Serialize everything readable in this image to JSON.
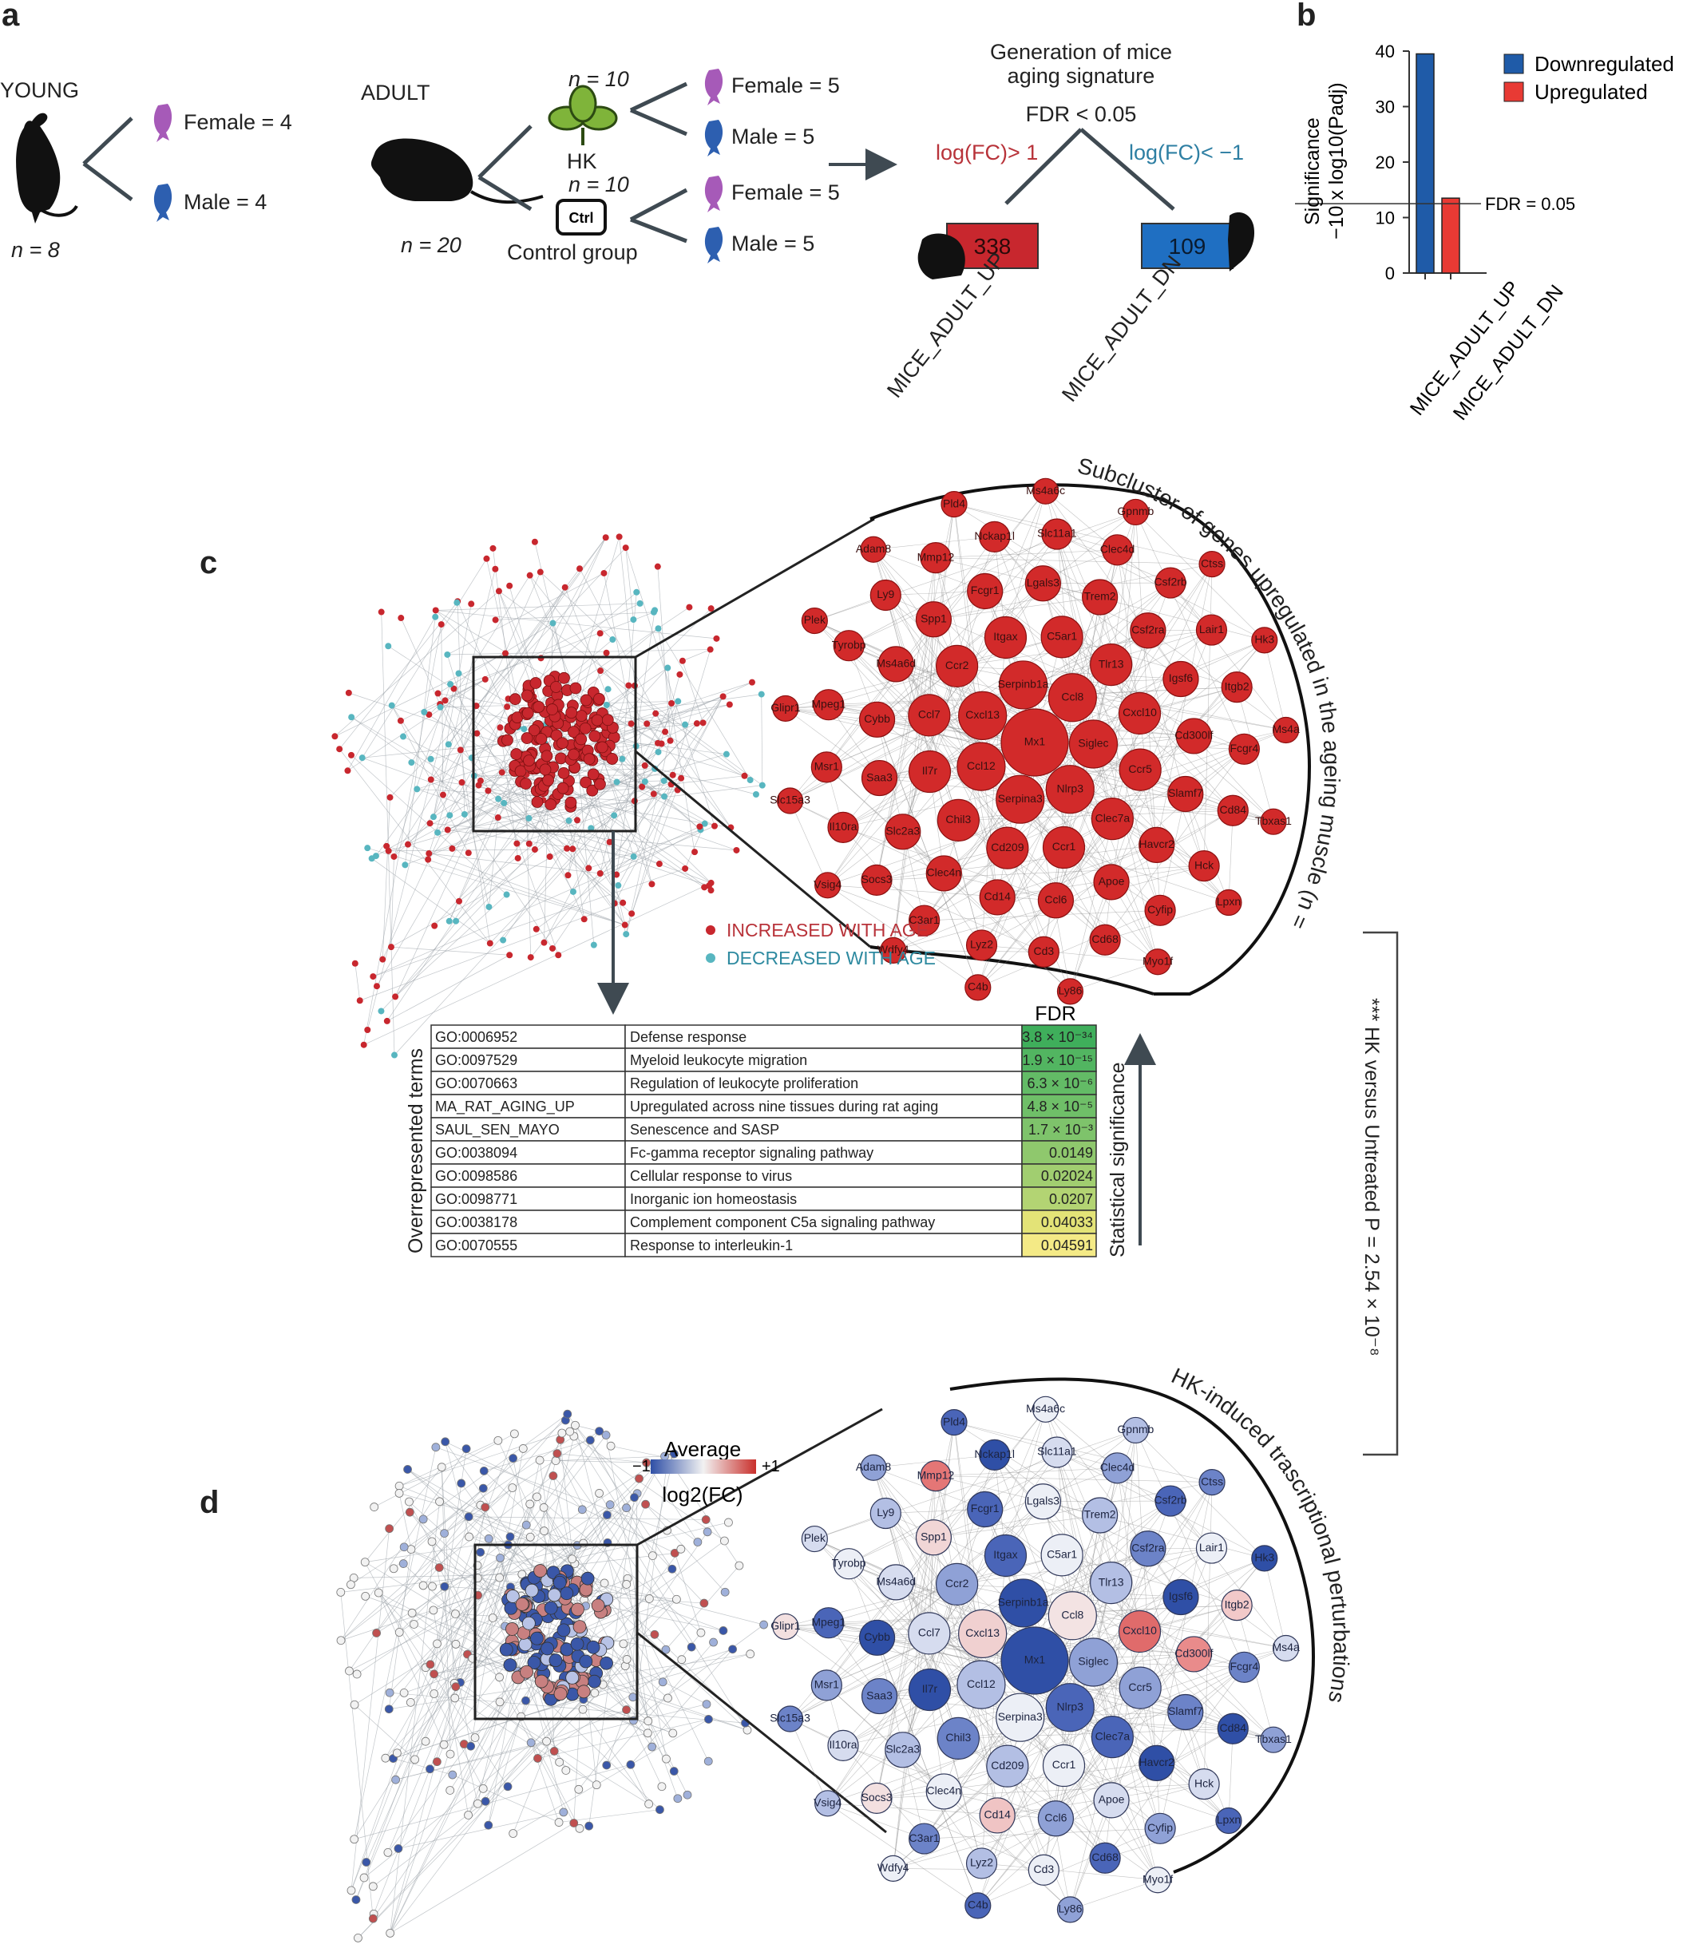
{
  "panel_labels": {
    "a": "a",
    "b": "b",
    "c": "c",
    "d": "d"
  },
  "panel_a": {
    "young": {
      "title": "YOUNG",
      "female": "Female = 4",
      "male": "Male = 4",
      "n": "n = 8"
    },
    "adult": {
      "title": "ADULT",
      "n": "n = 20"
    },
    "hk": {
      "n_top": "n = 10",
      "label": "HK",
      "n_bottom": "n = 10"
    },
    "ctrl": {
      "icon": "Ctrl",
      "label": "Control group"
    },
    "hk_split": {
      "female": "Female = 5",
      "male": "Male = 5"
    },
    "ctrl_split": {
      "female": "Female = 5",
      "male": "Male = 5"
    },
    "signature": {
      "title_line1": "Generation of mice",
      "title_line2": "aging signature",
      "fdr": "FDR < 0.05",
      "up_rule": "log(FC)> 1",
      "dn_rule": "log(FC)< −1",
      "up_count": "338",
      "dn_count": "109",
      "up_name": "MICE_ADULT_UP",
      "dn_name": "MICE_ADULT_DN"
    }
  },
  "chart_data": {
    "type": "bar",
    "categories": [
      "MICE_ADULT_UP",
      "MICE_ADULT_DN"
    ],
    "values": [
      39.5,
      13.5
    ],
    "series_colors": [
      "#1f5ba8",
      "#e83a34"
    ],
    "ylabel_line1": "Significance",
    "ylabel_line2": "−10 x log10(Padj)",
    "yticks": [
      0,
      10,
      20,
      30,
      40
    ],
    "ylim": [
      0,
      40
    ],
    "threshold": {
      "value": 12.5,
      "label": "FDR = 0.05"
    },
    "legend": [
      {
        "name": "Downregulated",
        "color": "#1f5ba8"
      },
      {
        "name": "Upregulated",
        "color": "#e83a34"
      }
    ]
  },
  "panel_c": {
    "subcluster_title": "Subcluster of genes upregulated in the ageing muscle (n = 75)",
    "legend_up": "INCREASED WITH AGE",
    "legend_dn": "DECREASED WITH AGE",
    "table": {
      "header_fdr": "FDR",
      "side_label": "Overrepresented terms",
      "right_label": "Statistical significance",
      "rows": [
        {
          "id": "GO:0006952",
          "term": "Defense response",
          "fdr": "3.8 × 10⁻³⁴",
          "color": "#3fae5b"
        },
        {
          "id": "GO:0097529",
          "term": "Myeloid leukocyte migration",
          "fdr": "1.9 × 10⁻¹⁵",
          "color": "#52b561"
        },
        {
          "id": "GO:0070663",
          "term": "Regulation of leukocyte proliferation",
          "fdr": "6.3 × 10⁻⁶",
          "color": "#63bb66"
        },
        {
          "id": "MA_RAT_AGING_UP",
          "term": "Upregulated across nine tissues during rat aging",
          "fdr": "4.8 × 10⁻⁵",
          "color": "#6fbf68"
        },
        {
          "id": "SAUL_SEN_MAYO",
          "term": "Senescence and SASP",
          "fdr": "1.7 × 10⁻³",
          "color": "#7ec36b"
        },
        {
          "id": "GO:0038094",
          "term": "Fc-gamma receptor signaling pathway",
          "fdr": "0.0149",
          "color": "#8fc86d"
        },
        {
          "id": "GO:0098586",
          "term": "Cellular response to virus",
          "fdr": "0.02024",
          "color": "#a1ce70"
        },
        {
          "id": "GO:0098771",
          "term": "Inorganic ion homeostasis",
          "fdr": "0.0207",
          "color": "#b3d473"
        },
        {
          "id": "GO:0038178",
          "term": "Complement component C5a signaling pathway",
          "fdr": "0.04033",
          "color": "#e3e377"
        },
        {
          "id": "GO:0070555",
          "term": "Response to interleukin-1",
          "fdr": "0.04591",
          "color": "#f4ea86"
        }
      ]
    }
  },
  "bracket_label": "*** HK versus Untreated P = 2.54 × 10⁻⁸",
  "panel_d": {
    "legend_title": "Average",
    "legend_min": "−1",
    "legend_max": "+1",
    "legend_unit": "log2(FC)",
    "subcluster_title": "HK-induced trascriptional perturbations"
  },
  "genes": [
    "Mx1",
    "Ccl8",
    "Siglec",
    "Nlrp3",
    "Serpina3",
    "Ccl12",
    "Cxcl13",
    "Serpinb1a",
    "Cxcl10",
    "Ccr5",
    "Clec7a",
    "Ccr1",
    "Cd209",
    "Chil3",
    "Il7r",
    "Ccl7",
    "Ccr2",
    "Itgax",
    "C5ar1",
    "Tlr13",
    "Slamf7",
    "Havcr2",
    "Apoe",
    "Ccl6",
    "Cd14",
    "Clec4n",
    "Slc2a3",
    "Saa3",
    "Cybb",
    "Ms4a6d",
    "Spp1",
    "Fcgr1",
    "Lgals3",
    "Trem2",
    "Csf2ra",
    "Igsf6",
    "Cd300lf",
    "Cyfip",
    "Cd68",
    "Cd3",
    "Lyz2",
    "C3ar1",
    "Socs3",
    "Il10ra",
    "Msr1",
    "Mpeg1",
    "Tyrobp",
    "Ly9",
    "Mmp12",
    "Nckap1l",
    "Slc11a1",
    "Clec4d",
    "Csf2rb",
    "Lair1",
    "Itgb2",
    "Fcgr4",
    "Cd84",
    "Hck",
    "Ly86",
    "C4b",
    "Wdfy4",
    "Vsig4",
    "Slc15a3",
    "Glipr1",
    "Plek",
    "Adam8",
    "Pld4",
    "Ms4a6c",
    "Gpnmb",
    "Ctss",
    "Hk3",
    "Ms4a",
    "Tbxas1",
    "Lpxn",
    "Myo1f"
  ]
}
